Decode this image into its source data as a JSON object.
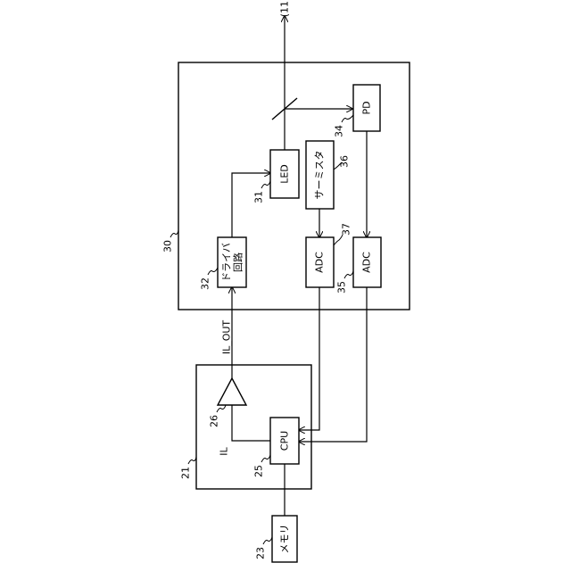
{
  "blocks": {
    "memory": "メモリ",
    "cpu": "CPU",
    "driver_line1": "ドライバ",
    "driver_line2": "回路",
    "led": "LED",
    "thermistor": "サーミスタ",
    "adc_thermistor": "ADC",
    "adc_pd": "ADC",
    "pd": "PD"
  },
  "signals": {
    "il": "IL",
    "il_out": "IL_OUT",
    "output": "(11)"
  },
  "refs": {
    "unit_21": "21",
    "memory_23": "23",
    "cpu_25": "25",
    "amp_26": "26",
    "module_30": "30",
    "led_31": "31",
    "driver_32": "32",
    "pd_34": "34",
    "adc_35": "35",
    "thermistor_36": "36",
    "adc_37": "37"
  }
}
